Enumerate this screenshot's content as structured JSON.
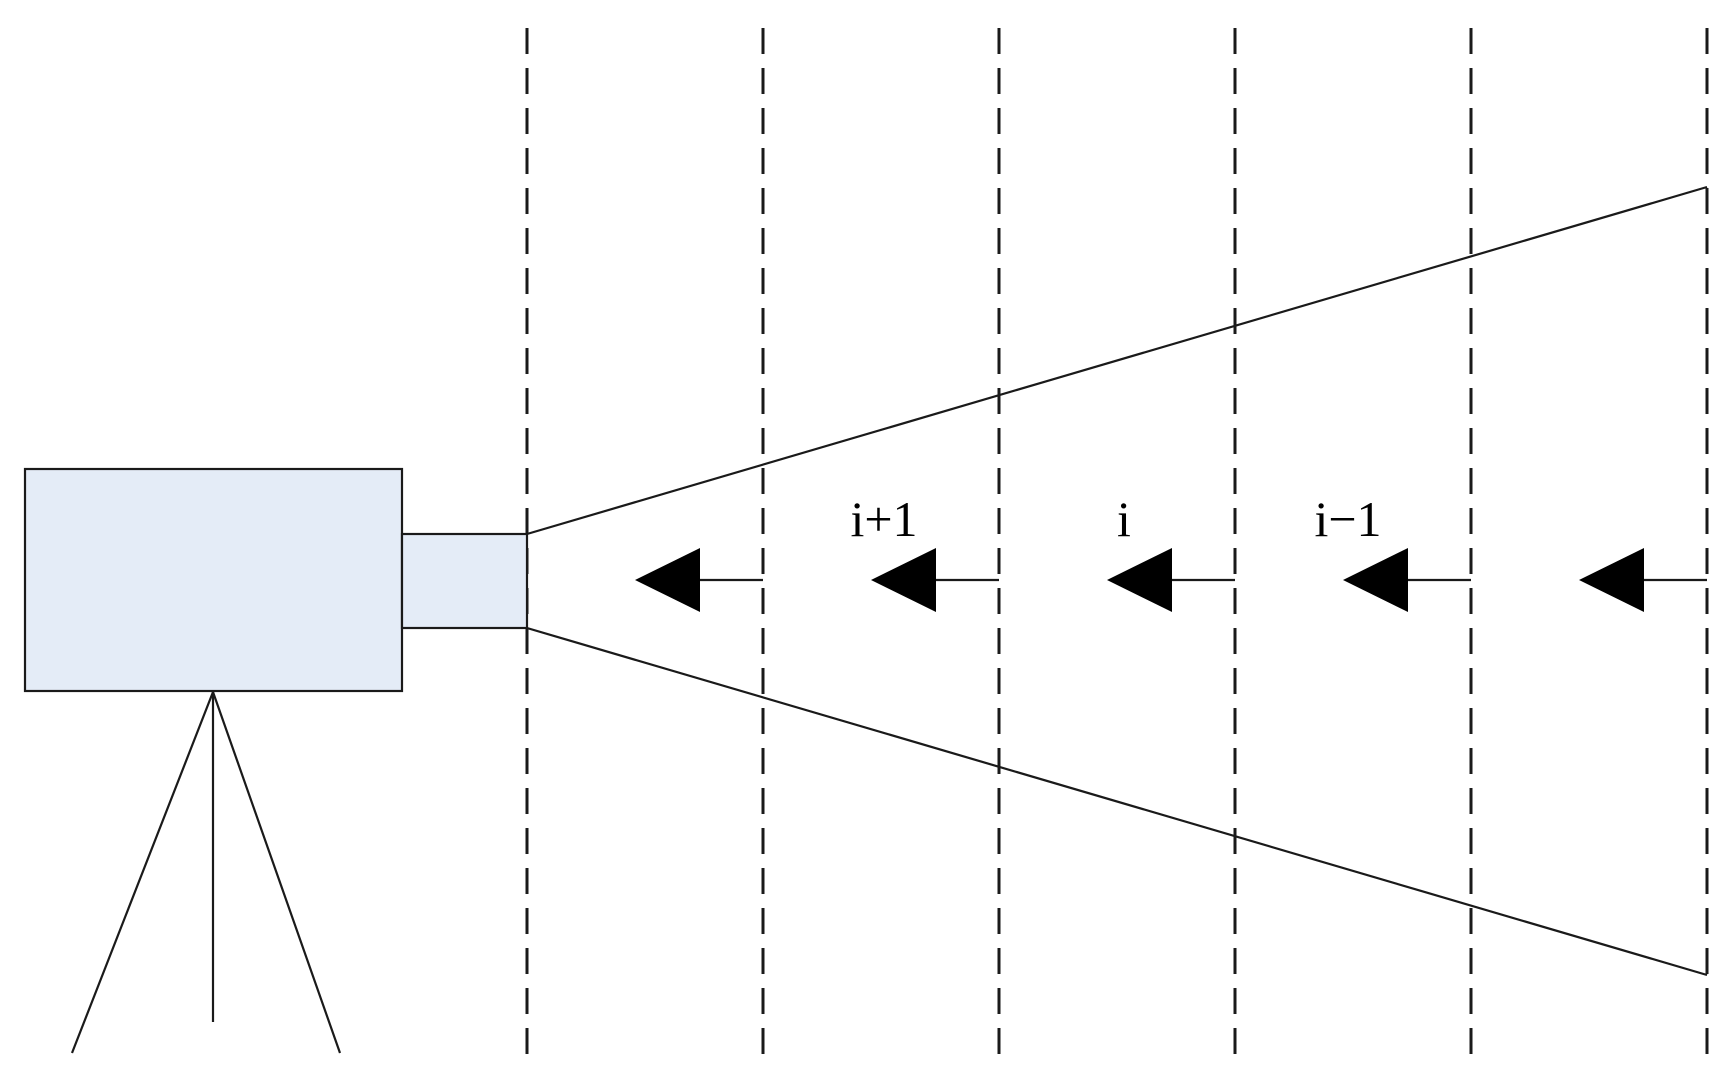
{
  "labels": {
    "next_section": "i+1",
    "current_section": "i",
    "previous_section": "i−1"
  },
  "colors": {
    "camera_fill": "#e4ecf7",
    "stroke": "#1a1a1a",
    "arrow": "#000000",
    "background": "#ffffff"
  },
  "icons": {
    "camera": "camera-on-tripod-icon",
    "arrow": "left-arrow-icon"
  }
}
